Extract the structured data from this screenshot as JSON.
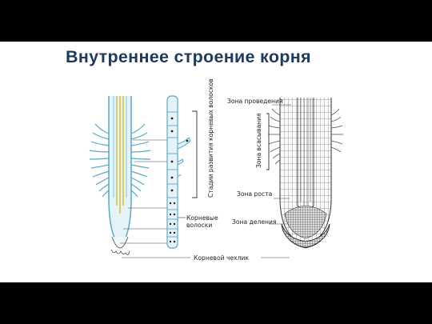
{
  "slide": {
    "title": "Внутреннее строение корня"
  },
  "figure": {
    "labels": {
      "conduction_zone": "Зона проведения",
      "absorption_zone": "Зона всасывания",
      "growth_zone": "Зона роста",
      "division_zone": "Зона деления",
      "root_hair_stages": "Стадии развития корневых волосков",
      "root_hairs_line1": "Корневые",
      "root_hairs_line2": "волоски",
      "root_cap": "Корневой чехлик"
    },
    "colors": {
      "root_outline": "#5ba8c8",
      "root_fill": "#e4f3f8",
      "vascular": "#d9c341",
      "hair_cell": "#7cc3dc",
      "cell_dark": "#222222",
      "bracket": "#333333"
    }
  }
}
